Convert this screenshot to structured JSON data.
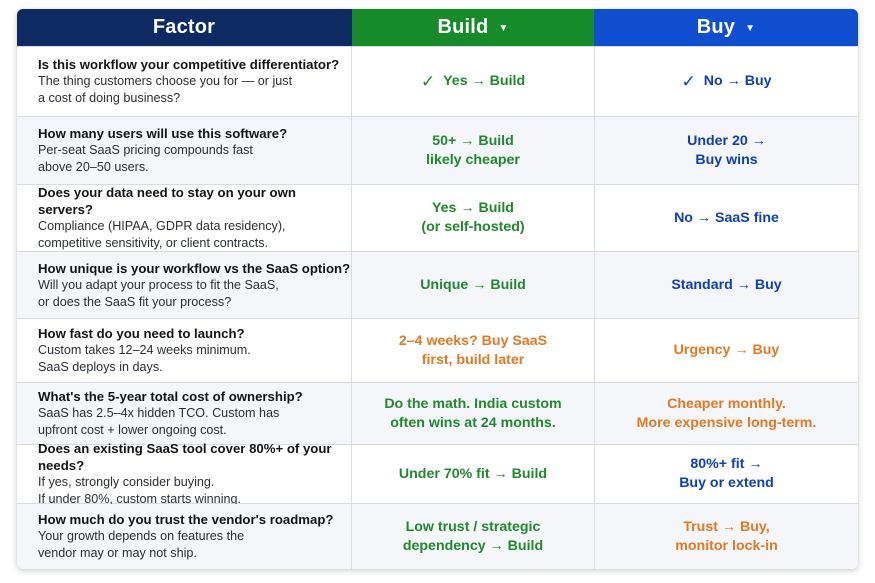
{
  "header": {
    "factor": "Factor",
    "build": "Build",
    "buy": "Buy",
    "caret_icon": "caret-down-icon"
  },
  "colors": {
    "factor_header": "#0d2a62",
    "build_header": "#178a2a",
    "buy_header": "#0f4fcf",
    "green_text": "#1f8a2d",
    "blue_text": "#0d3fb8",
    "orange_text": "#e6781f"
  },
  "rows": [
    {
      "question": "Is this workflow your competitive differentiator?",
      "detail": "The thing customers choose you for — or just\na cost of doing business?",
      "build": "Yes → Build",
      "buy": "No → Buy"
    },
    {
      "question": "How many users will use this software?",
      "detail": "Per-seat SaaS pricing compounds fast\nabove 20–50 users.",
      "build": "50+ → Build\nlikely cheaper",
      "buy": "Under 20 →\nBuy wins"
    },
    {
      "question": "Does your data need to stay on your own servers?",
      "detail": "Compliance (HIPAA, GDPR data residency),\ncompetitive sensitivity, or client contracts.",
      "build": "Yes → Build\n(or self-hosted)",
      "buy": "No → SaaS fine"
    },
    {
      "question": "How unique is your workflow vs the SaaS option?",
      "detail": "Will you adapt your process to fit the SaaS,\nor does the SaaS fit your process?",
      "build": "Unique → Build",
      "buy": "Standard → Buy"
    },
    {
      "question": "How fast do you need to launch?",
      "detail": "Custom takes 12–24 weeks minimum.\nSaaS deploys in days.",
      "build": "2–4 weeks? Buy SaaS\nfirst, build later",
      "buy": "Urgency → Buy"
    },
    {
      "question": "What's the 5-year total cost of ownership?",
      "detail": "SaaS has 2.5–4x hidden TCO. Custom has\nupfront cost + lower ongoing cost.",
      "build": "Do the math. India custom\noften wins at 24 months.",
      "buy": "Cheaper monthly.\nMore expensive long-term."
    },
    {
      "question": "Does an existing SaaS tool cover 80%+ of your needs?",
      "detail": "If yes, strongly consider buying.\nIf under 80%, custom starts winning.",
      "build": "Under 70% fit → Build",
      "buy": "80%+ fit →\nBuy or extend"
    },
    {
      "question": "How much do you trust the vendor's roadmap?",
      "detail": "Your growth depends on features the\nvendor may or may not ship.",
      "build": "Low trust / strategic\ndependency → Build",
      "buy": "Trust → Buy,\nmonitor lock-in"
    }
  ]
}
